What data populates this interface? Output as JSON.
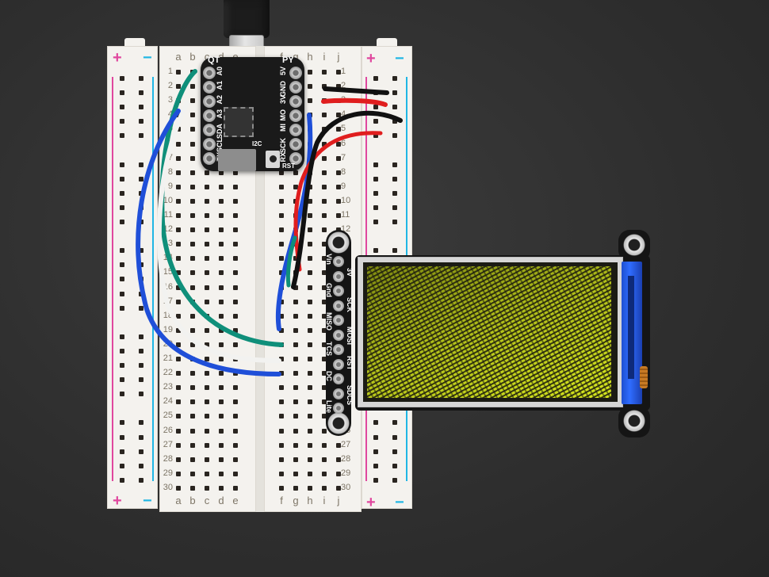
{
  "scene": {
    "description": "Top-down photo of a half-size breadboard with an Adafruit QT Py microcontroller wired to a 1.9in TFT display breakout",
    "background_color": "#2f2f2f"
  },
  "breadboard": {
    "column_letters_left": [
      "a",
      "b",
      "c",
      "d",
      "e"
    ],
    "column_letters_right": [
      "f",
      "g",
      "h",
      "i",
      "j"
    ],
    "row_count": 30,
    "rail_plus_symbol": "+",
    "rail_minus_symbol": "−",
    "rail_plus_color": "#e0479e",
    "rail_minus_color": "#20b6e4"
  },
  "qtpy": {
    "name_left": "QT",
    "name_right": "PY",
    "left_pins": [
      "A0",
      "A1",
      "A2",
      "A3",
      "SDA",
      "SCL",
      "TX"
    ],
    "right_pins": [
      "5V",
      "GND",
      "3V",
      "MO",
      "MI",
      "SCK",
      "RX"
    ],
    "silk_labels": [
      "I2C",
      "RST"
    ]
  },
  "display_breakout": {
    "header_pins_left": [
      "Vin",
      "Gnd",
      "MISO",
      "TCS",
      "DC",
      "Lite"
    ],
    "header_pins_right": [
      "3V",
      "SCK",
      "MOSI",
      "RST",
      "SDCS"
    ],
    "screen_color": "#c6d41c",
    "fpc_color": "#2f6cff"
  },
  "wires": [
    {
      "color": "#0f8f7a",
      "name": "teal"
    },
    {
      "color": "#1f4fd8",
      "name": "blue"
    },
    {
      "color": "#f2f2f0",
      "name": "white"
    },
    {
      "color": "#111111",
      "name": "black"
    },
    {
      "color": "#e01e1e",
      "name": "red"
    }
  ]
}
